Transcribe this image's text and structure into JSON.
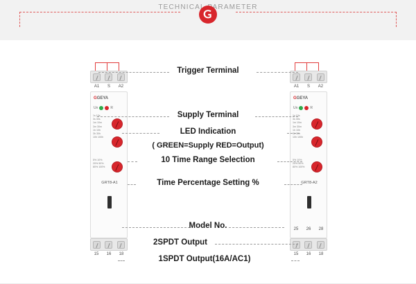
{
  "header": {
    "title": "TECHNICAL PARAMETER",
    "logo_icon": "geya-logo-icon",
    "accent_color": "#d8262c",
    "rule_color": "#e05a5a"
  },
  "callouts": [
    {
      "label": "Trigger Terminal"
    },
    {
      "label": "Supply Terminal"
    },
    {
      "label": "LED Indication"
    },
    {
      "label": "( GREEN=Supply  RED=Output)"
    },
    {
      "label": "10 Time Range Selection"
    },
    {
      "label": "Time Percentage Setting %"
    },
    {
      "label": "Model No."
    },
    {
      "label": "2SPDT Output"
    },
    {
      "label": "1SPDT Output(16A/AC1)"
    }
  ],
  "devices": {
    "left": {
      "model": "GRT8-A1",
      "brand": "GEYA",
      "top_terminals": [
        "A1",
        "S",
        "A2"
      ],
      "bottom_terminals": [
        "15",
        "16",
        "18"
      ],
      "led_labels": [
        "Un",
        "R"
      ],
      "led_colors": {
        "supply": "#2faa4a",
        "output": "#d8262c"
      },
      "range_scale": [
        "1s  10s",
        "3s  30s",
        "1m  10m",
        "3m  30m",
        "1h  10h",
        "3h  30h",
        "10h 100h"
      ],
      "percent_scale": [
        "5% 10%",
        "20% 50%",
        "80% 100%"
      ]
    },
    "right": {
      "model": "GRT8-A2",
      "brand": "GEYA",
      "top_terminals": [
        "A1",
        "S",
        "A2"
      ],
      "bottom_terminals_upper": [
        "25",
        "26",
        "28"
      ],
      "bottom_terminals": [
        "15",
        "16",
        "18"
      ],
      "led_labels": [
        "Un",
        "R"
      ],
      "led_colors": {
        "supply": "#2faa4a",
        "output": "#d8262c"
      },
      "range_scale": [
        "1s  10s",
        "3s  30s",
        "1m  10m",
        "3m  30m",
        "1h  10h",
        "3h  30h",
        "10h 100h"
      ],
      "percent_scale": [
        "5% 10%",
        "20% 50%",
        "80% 100%"
      ]
    }
  }
}
